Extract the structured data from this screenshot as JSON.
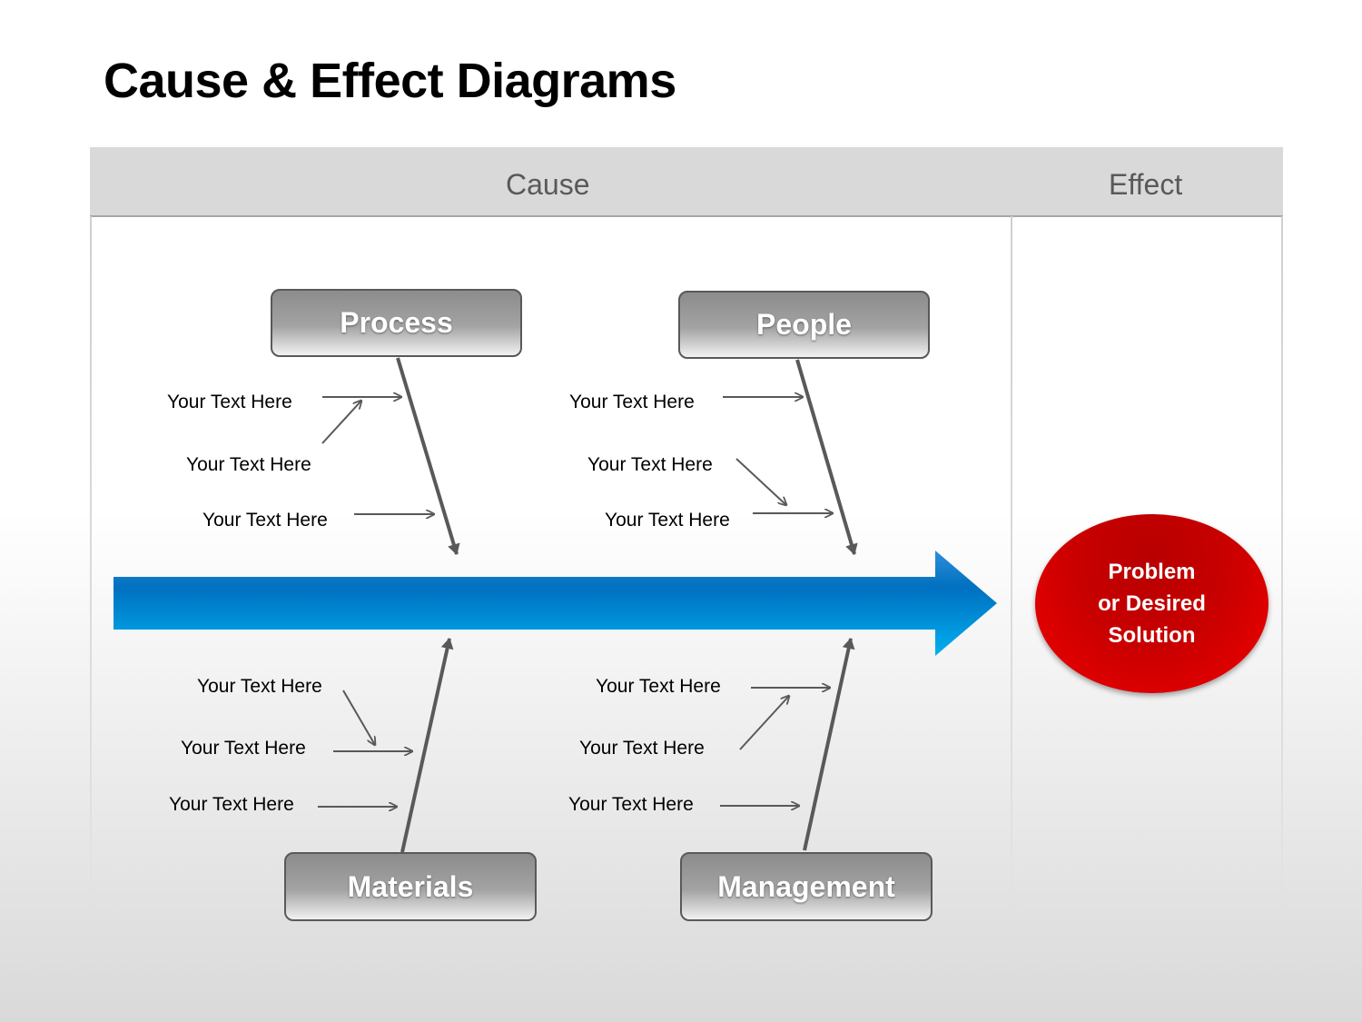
{
  "title": "Cause & Effect Diagrams",
  "header": {
    "cause_label": "Cause",
    "effect_label": "Effect"
  },
  "categories": {
    "process": "Process",
    "people": "People",
    "materials": "Materials",
    "management": "Management"
  },
  "causes": {
    "process": [
      "Your Text Here",
      "Your Text Here",
      "Your Text Here"
    ],
    "people": [
      "Your Text Here",
      "Your Text Here",
      "Your Text Here"
    ],
    "materials": [
      "Your Text Here",
      "Your Text Here",
      "Your Text Here"
    ],
    "management": [
      "Your Text Here",
      "Your Text Here",
      "Your Text Here"
    ]
  },
  "effect": {
    "text": "Problem\nor Desired\nSolution"
  },
  "colors": {
    "spine": "#0070c0",
    "effect": "#e00000",
    "box": "#a6a6a6",
    "arrows": "#595959"
  }
}
